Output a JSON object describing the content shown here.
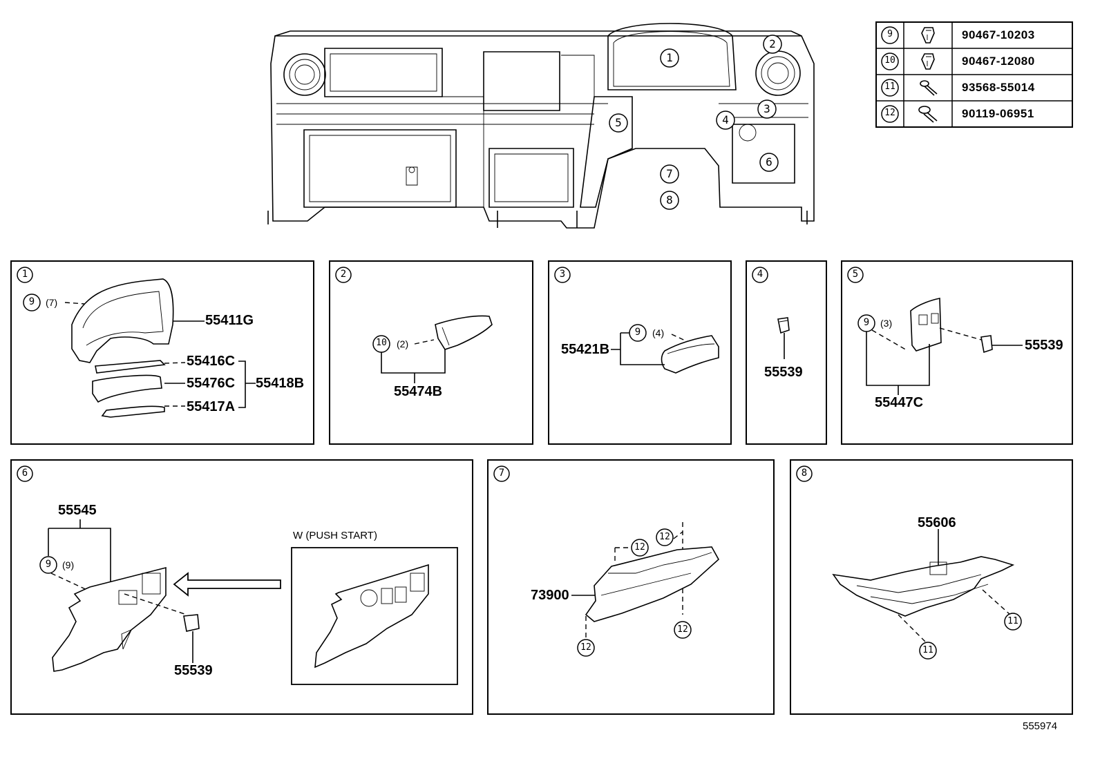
{
  "fastener_table": [
    {
      "ref": "9",
      "part": "90467-10203"
    },
    {
      "ref": "10",
      "part": "90467-12080"
    },
    {
      "ref": "11",
      "part": "93568-55014"
    },
    {
      "ref": "12",
      "part": "90119-06951"
    }
  ],
  "overview_callouts": [
    "1",
    "2",
    "3",
    "4",
    "5",
    "6",
    "7",
    "8"
  ],
  "panel1": {
    "index": "1",
    "ref": "9",
    "qty": "(7)",
    "parts": [
      "55411G",
      "55416C",
      "55476C",
      "55417A"
    ],
    "assembly": "55418B"
  },
  "panel2": {
    "index": "2",
    "ref": "10",
    "qty": "(2)",
    "part": "55474B"
  },
  "panel3": {
    "index": "3",
    "ref": "9",
    "qty": "(4)",
    "part": "55421B"
  },
  "panel4": {
    "index": "4",
    "part": "55539"
  },
  "panel5": {
    "index": "5",
    "ref": "9",
    "qty": "(3)",
    "part_left": "55447C",
    "part_right": "55539"
  },
  "panel6": {
    "index": "6",
    "part_top": "55545",
    "ref": "9",
    "qty": "(9)",
    "part_bottom": "55539",
    "variant_label": "W (PUSH  START)"
  },
  "panel7": {
    "index": "7",
    "part": "73900",
    "fastener_ref": "12"
  },
  "panel8": {
    "index": "8",
    "part": "55606",
    "fastener_ref": "11"
  },
  "diagram_id": "555974"
}
